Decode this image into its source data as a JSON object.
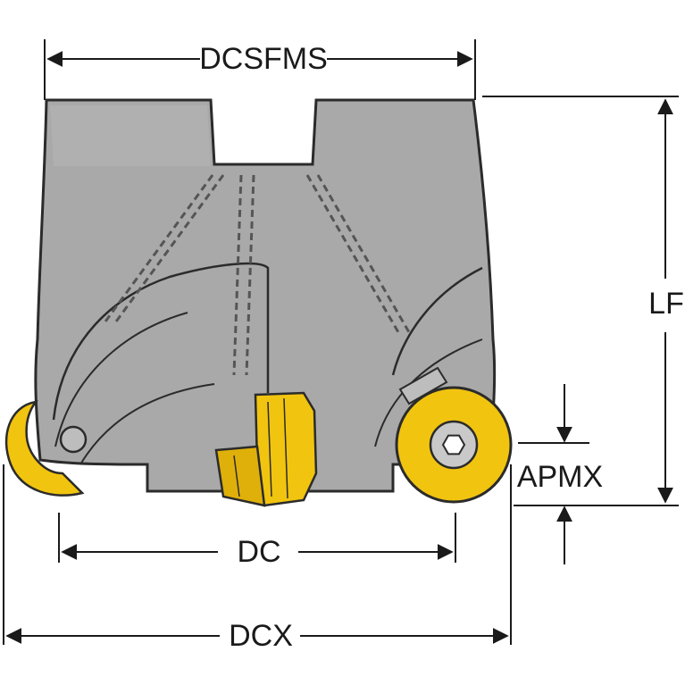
{
  "dimensions": {
    "dcsfms": "DCSFMS",
    "lf": "LF",
    "apmx": "APMX",
    "dc": "DC",
    "dcx": "DCX"
  },
  "colors": {
    "body": "#a9a9a9",
    "body_outline": "#2b2b2b",
    "insert": "#f1c40f",
    "insert_dark": "#c79a00",
    "line": "#1a1a1a"
  }
}
